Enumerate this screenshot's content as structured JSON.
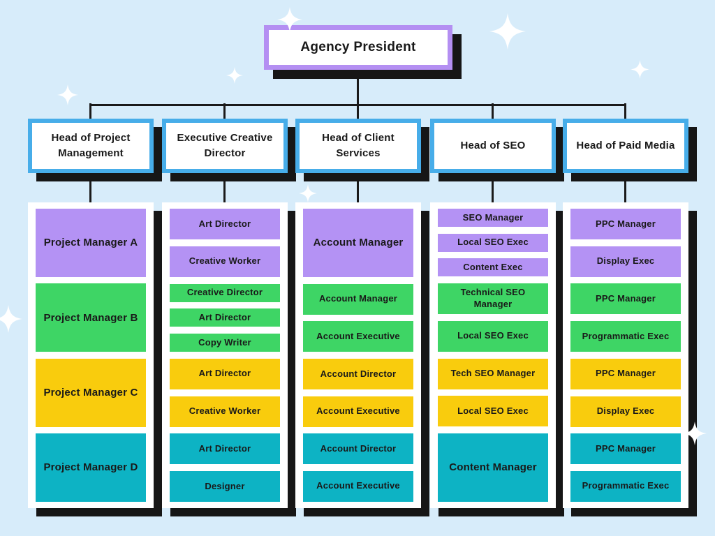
{
  "colors": {
    "background": "#d7ecfa",
    "president_border": "#b48ff2",
    "head_border": "#47ade9",
    "shadow": "#161616",
    "line": "#1a1a1a",
    "purple": "#b492f4",
    "green": "#3ed565",
    "yellow": "#f9cc0d",
    "teal": "#0db3c4",
    "text": "#191919",
    "sparkle": "#ffffff"
  },
  "president": {
    "label": "Agency President"
  },
  "departments": [
    {
      "head": "Head of Project Management",
      "members": [
        {
          "label": "Project Manager A",
          "color": "purple",
          "size": "xl"
        },
        {
          "label": "Project Manager B",
          "color": "green",
          "size": "xl"
        },
        {
          "label": "Project Manager C",
          "color": "yellow",
          "size": "xl"
        },
        {
          "label": "Project Manager D",
          "color": "teal",
          "size": "xl"
        }
      ]
    },
    {
      "head": "Executive Creative Director",
      "members": [
        {
          "label": "Art Director",
          "color": "purple",
          "size": "md"
        },
        {
          "label": "Creative Worker",
          "color": "purple",
          "size": "md"
        },
        {
          "label": "Creative Director",
          "color": "green",
          "size": "sm"
        },
        {
          "label": "Art Director",
          "color": "green",
          "size": "sm"
        },
        {
          "label": "Copy Writer",
          "color": "green",
          "size": "sm"
        },
        {
          "label": "Art Director",
          "color": "yellow",
          "size": "md"
        },
        {
          "label": "Creative Worker",
          "color": "yellow",
          "size": "md"
        },
        {
          "label": "Art Director",
          "color": "teal",
          "size": "md"
        },
        {
          "label": "Designer",
          "color": "teal",
          "size": "md"
        }
      ]
    },
    {
      "head": "Head of Client Services",
      "members": [
        {
          "label": "Account Manager",
          "color": "purple",
          "size": "xl"
        },
        {
          "label": "Account Manager",
          "color": "green",
          "size": "md"
        },
        {
          "label": "Account Executive",
          "color": "green",
          "size": "md"
        },
        {
          "label": "Account Director",
          "color": "yellow",
          "size": "md"
        },
        {
          "label": "Account Executive",
          "color": "yellow",
          "size": "md"
        },
        {
          "label": "Account Director",
          "color": "teal",
          "size": "md"
        },
        {
          "label": "Account Executive",
          "color": "teal",
          "size": "md"
        }
      ]
    },
    {
      "head": "Head of SEO",
      "members": [
        {
          "label": "SEO Manager",
          "color": "purple",
          "size": "sm"
        },
        {
          "label": "Local SEO Exec",
          "color": "purple",
          "size": "sm"
        },
        {
          "label": "Content Exec",
          "color": "purple",
          "size": "sm"
        },
        {
          "label": "Technical SEO Manager",
          "color": "green",
          "size": "md"
        },
        {
          "label": "Local SEO Exec",
          "color": "green",
          "size": "md"
        },
        {
          "label": "Tech SEO Manager",
          "color": "yellow",
          "size": "md"
        },
        {
          "label": "Local SEO Exec",
          "color": "yellow",
          "size": "md"
        },
        {
          "label": "Content Manager",
          "color": "teal",
          "size": "xl"
        }
      ]
    },
    {
      "head": "Head of Paid Media",
      "members": [
        {
          "label": "PPC Manager",
          "color": "purple",
          "size": "md"
        },
        {
          "label": "Display Exec",
          "color": "purple",
          "size": "md"
        },
        {
          "label": "PPC Manager",
          "color": "green",
          "size": "md"
        },
        {
          "label": "Programmatic Exec",
          "color": "green",
          "size": "md"
        },
        {
          "label": "PPC Manager",
          "color": "yellow",
          "size": "md"
        },
        {
          "label": "Display Exec",
          "color": "yellow",
          "size": "md"
        },
        {
          "label": "PPC Manager",
          "color": "teal",
          "size": "md"
        },
        {
          "label": "Programmatic Exec",
          "color": "teal",
          "size": "md"
        }
      ]
    }
  ]
}
